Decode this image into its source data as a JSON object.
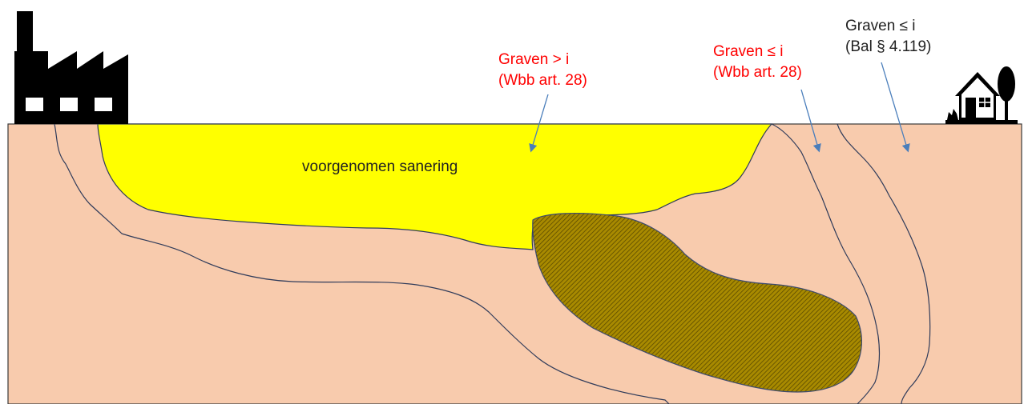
{
  "labels": {
    "sanering": "voorgenomen sanering",
    "zone_a_line1": "Graven > i",
    "zone_a_line2": "(Wbb art. 28)",
    "zone_b_line1": "Graven ≤ i",
    "zone_b_line2": "(Wbb art. 28)",
    "zone_c_line1": "Graven ≤ i",
    "zone_c_line2": "(Bal § 4.119)"
  },
  "icons": {
    "left": "factory-icon",
    "right": "house-with-tree-icon"
  },
  "colors": {
    "soil": "#f8cbad",
    "sanering": "#ffff00",
    "hatched_zone": "#9c7e00",
    "red_label": "#ff0000",
    "dark_label": "#222222",
    "contour": "#2f3b5a",
    "arrow": "#4a7ebb"
  }
}
